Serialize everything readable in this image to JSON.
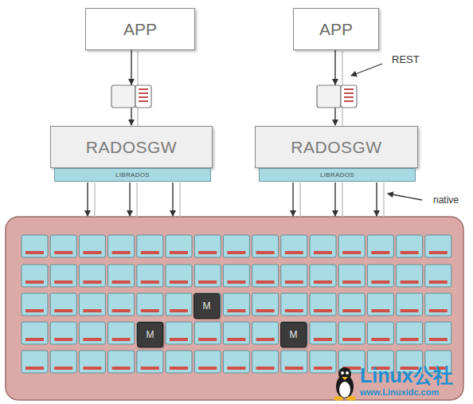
{
  "diagram": {
    "nodes": [
      {
        "text": [
          "APP"
        ]
      },
      {
        "text": [
          "APP"
        ]
      },
      {
        "text": [
          "RADOSGW"
        ]
      },
      {
        "text": [
          "LIBRADOS"
        ]
      },
      {
        "text": [
          "RADOSGW"
        ]
      },
      {
        "text": [
          "LIBRADOS"
        ]
      },
      {
        "text": [
          "M"
        ]
      },
      {
        "text": [
          "M"
        ]
      },
      {
        "text": [
          "M"
        ]
      }
    ],
    "edges": [
      {
        "from": 0,
        "to": 2,
        "arrow": "to"
      },
      {
        "from": 1,
        "to": 4,
        "arrow": "to"
      }
    ],
    "labels": [
      "REST",
      "native",
      "Linux公社",
      "www.Linuxidc.com"
    ]
  }
}
